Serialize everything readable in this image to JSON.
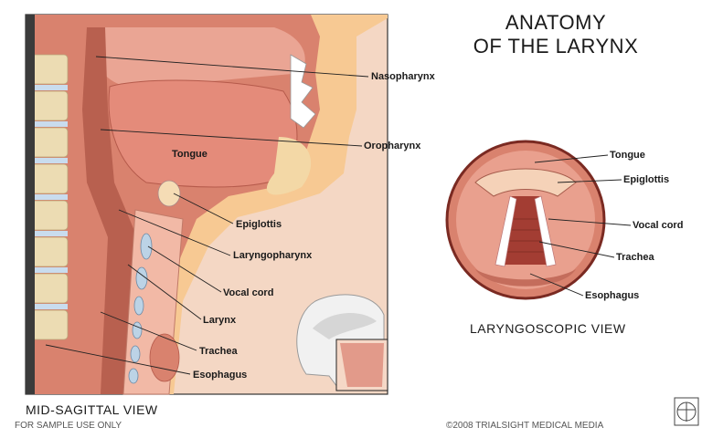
{
  "title": {
    "line1": "ANATOMY",
    "line2": "OF THE LARYNX"
  },
  "sagittal": {
    "heading": "MID-SAGITTAL VIEW",
    "labels": {
      "nasopharynx": "Nasopharynx",
      "oropharynx": "Oropharynx",
      "tongue": "Tongue",
      "epiglottis": "Epiglottis",
      "laryngopharynx": "Laryngopharynx",
      "vocal_cord": "Vocal cord",
      "larynx": "Larynx",
      "trachea": "Trachea",
      "esophagus": "Esophagus"
    }
  },
  "laryngoscopic": {
    "heading": "LARYNGOSCOPIC VIEW",
    "labels": {
      "tongue": "Tongue",
      "epiglottis": "Epiglottis",
      "vocal_cord": "Vocal cord",
      "trachea": "Trachea",
      "esophagus": "Esophagus"
    }
  },
  "footer": {
    "left": "FOR SAMPLE USE ONLY",
    "right": "©2008 TRIALSIGHT MEDICAL MEDIA"
  },
  "colors": {
    "flesh": "#e9a08e",
    "tissue": "#d9826e",
    "bone": "#ecdcb3",
    "fat": "#f6c98a",
    "dark": "#7a2a22"
  }
}
